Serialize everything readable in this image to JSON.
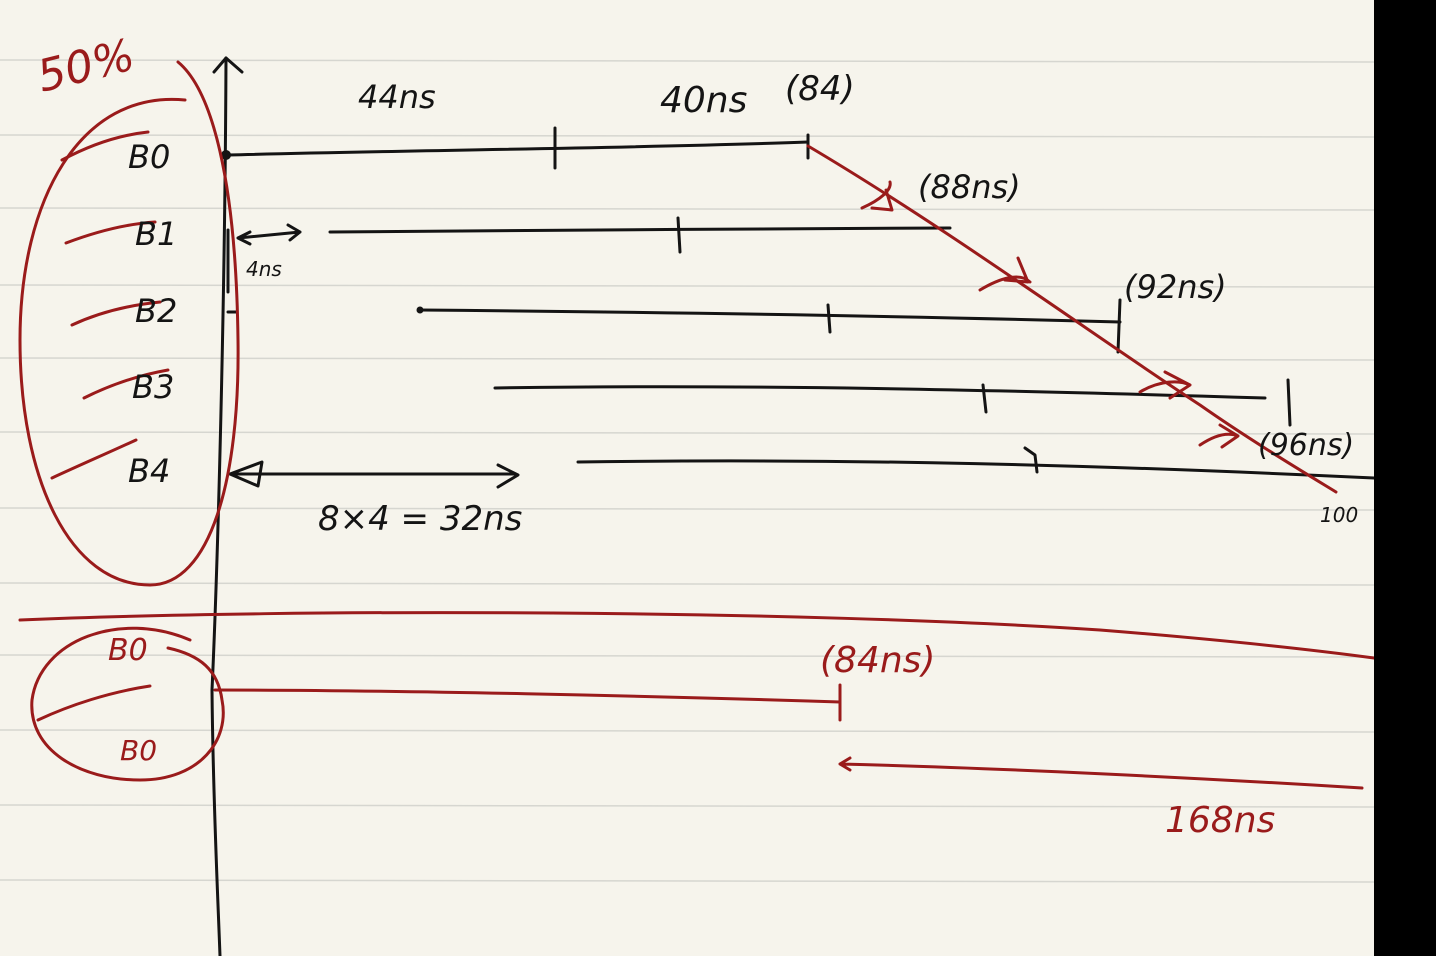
{
  "notes": {
    "percent_label": "50%",
    "buffers_top": [
      "B0",
      "B1",
      "B2",
      "B3",
      "B4"
    ],
    "stage_delay_label": "44ns",
    "access_label": "40ns",
    "first_complete_label": "(84)",
    "gap_label": "4ns",
    "completion_labels": [
      "(88ns)",
      "(92ns)",
      "(96ns)",
      "100"
    ],
    "bottom_formula": "8×4 = 32ns",
    "buffers_bottom": [
      "B0",
      "B0"
    ],
    "bottom_mark_label": "(84ns)",
    "bottom_total_label": "168ns"
  },
  "colors": {
    "paper": "#f6f4ec",
    "ink_black": "#141414",
    "ink_red": "#9a1b1b",
    "rule_line": "#d6d6d0",
    "side_strip": "#000000"
  }
}
